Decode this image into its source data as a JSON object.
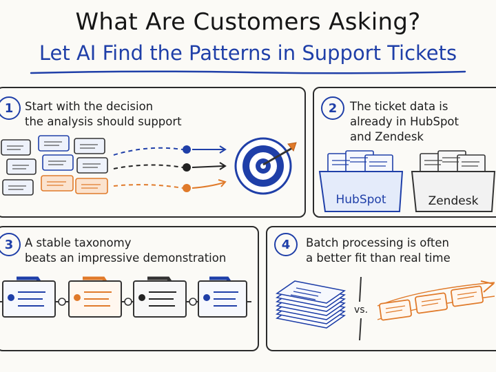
{
  "header": {
    "title": "What Are Customers Asking?",
    "subtitle": "Let AI Find the Patterns in Support Tickets"
  },
  "panels": [
    {
      "number": "1",
      "lines": [
        "Start with the decision",
        "the analysis should support"
      ]
    },
    {
      "number": "2",
      "lines": [
        "The ticket data is",
        "already in HubSpot",
        "and Zendesk"
      ]
    },
    {
      "number": "3",
      "lines": [
        "A stable taxonomy",
        "beats an impressive demonstration"
      ]
    },
    {
      "number": "4",
      "lines": [
        "Batch processing is often",
        "a better fit than real time"
      ]
    }
  ],
  "sources": {
    "left_box": "HubSpot",
    "right_box": "Zendesk"
  },
  "comparison": {
    "separator": "vs."
  },
  "colors": {
    "blue": "#1f3fa8",
    "orange": "#e07a2a",
    "ink": "#222222",
    "paper": "#fbfaf6"
  }
}
